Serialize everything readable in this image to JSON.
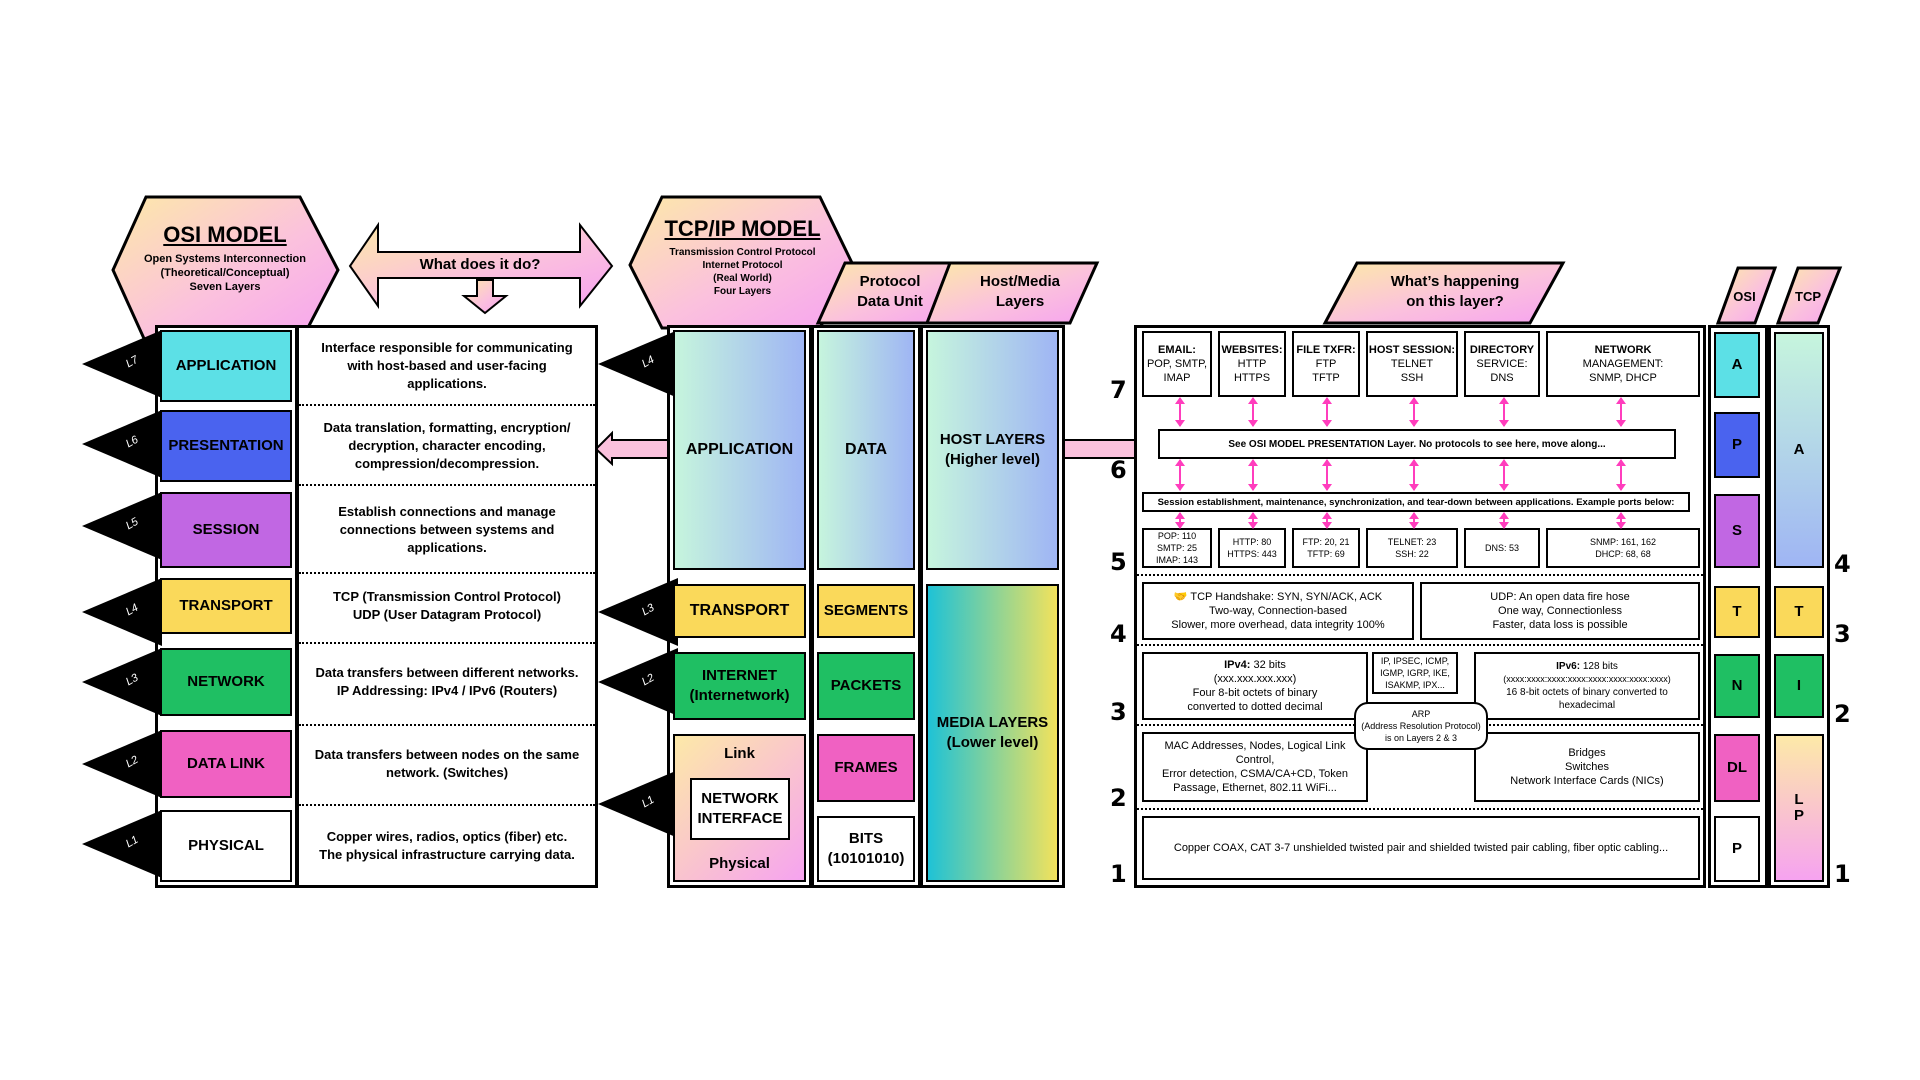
{
  "osi_header": {
    "title": "OSI MODEL",
    "sub": [
      "Open Systems Interconnection",
      "(Theoretical/Conceptual)",
      "Seven Layers"
    ]
  },
  "what_does": "What does it do?",
  "tcp_header": {
    "title": "TCP/IP MODEL",
    "sub": [
      "Transmission Control Protocol",
      "Internet Protocol",
      "(Real World)",
      "Four Layers"
    ]
  },
  "pdu_header": [
    "Protocol",
    "Data Unit"
  ],
  "hostmedia_header": [
    "Host/Media",
    "Layers"
  ],
  "happening_header": [
    "What’s happening",
    "on this layer?"
  ],
  "osi_col_header": "OSI",
  "tcp_col_header": "TCP",
  "osi_layers": [
    {
      "tag": "L7",
      "name": "APPLICATION",
      "color": "#5ce0e6",
      "desc": [
        "Interface responsible for communicating",
        "with host-based and user-facing",
        "applications."
      ]
    },
    {
      "tag": "L6",
      "name": "PRESENTATION",
      "color": "#4a63ef",
      "desc": [
        "Data translation, formatting, encryption/",
        "decryption, character encoding,",
        "compression/decompression."
      ]
    },
    {
      "tag": "L5",
      "name": "SESSION",
      "color": "#c167e3",
      "desc": [
        "Establish connections and manage",
        "connections between systems and",
        "applications."
      ]
    },
    {
      "tag": "L4",
      "name": "TRANSPORT",
      "color": "#fad95a",
      "desc": [
        "TCP (Transmission Control Protocol)",
        "UDP (User Datagram Protocol)"
      ]
    },
    {
      "tag": "L3",
      "name": "NETWORK",
      "color": "#1fbf63",
      "desc": [
        "Data transfers between different networks.",
        "IP Addressing: IPv4 / IPv6 (Routers)"
      ]
    },
    {
      "tag": "L2",
      "name": "DATA LINK",
      "color": "#f061c2",
      "desc": [
        "Data transfers between nodes on the same",
        "network. (Switches)"
      ]
    },
    {
      "tag": "L1",
      "name": "PHYSICAL",
      "color": "#ffffff",
      "desc": [
        "Copper wires, radios, optics (fiber) etc.",
        "The physical infrastructure carrying data."
      ]
    }
  ],
  "tcp_layers": {
    "tags": [
      "L4",
      "L3",
      "L2",
      "L1"
    ],
    "application": "APPLICATION",
    "transport": "TRANSPORT",
    "internet": [
      "INTERNET",
      "(Internetwork)"
    ],
    "link_top": "Link",
    "network_interface": [
      "NETWORK",
      "INTERFACE"
    ],
    "link_bottom": "Physical"
  },
  "pdu": {
    "data": "DATA",
    "segments": "SEGMENTS",
    "packets": "PACKETS",
    "frames": "FRAMES",
    "bits": [
      "BITS",
      "(10101010)"
    ]
  },
  "hostmedia": {
    "host": [
      "HOST LAYERS",
      "(Higher level)"
    ],
    "media": [
      "MEDIA LAYERS",
      "(Lower level)"
    ]
  },
  "layer_numbers": [
    "7",
    "6",
    "5",
    "4",
    "3",
    "2",
    "1"
  ],
  "app_protocols": [
    {
      "title": "EMAIL:",
      "lines": [
        "POP, SMTP,",
        "IMAP"
      ]
    },
    {
      "title": "WEBSITES:",
      "lines": [
        "HTTP",
        "HTTPS"
      ]
    },
    {
      "title": "FILE TXFR:",
      "lines": [
        "FTP",
        "TFTP"
      ]
    },
    {
      "title": "HOST SESSION:",
      "lines": [
        "TELNET",
        "SSH"
      ]
    },
    {
      "title": "DIRECTORY",
      "lines": [
        "SERVICE:",
        "DNS"
      ]
    },
    {
      "title": "NETWORK",
      "lines": [
        "MANAGEMENT:",
        "SNMP, DHCP"
      ]
    }
  ],
  "presentation_note": "See OSI MODEL PRESENTATION Layer. No protocols to see here, move along...",
  "session_note": "Session establishment, maintenance, synchronization, and tear-down between applications. Example ports below:",
  "ports": [
    [
      "POP: 110",
      "SMTP: 25",
      "IMAP: 143"
    ],
    [
      "HTTP: 80",
      "HTTPS: 443"
    ],
    [
      "FTP: 20, 21",
      "TFTP: 69"
    ],
    [
      "TELNET: 23",
      "SSH: 22"
    ],
    [
      "DNS: 53"
    ],
    [
      "SNMP: 161, 162",
      "DHCP: 68, 68"
    ]
  ],
  "transport_tcp": [
    "🤝 TCP Handshake: SYN, SYN/ACK, ACK",
    "Two-way, Connection-based",
    "Slower, more overhead, data integrity 100%"
  ],
  "transport_udp": [
    "UDP: An open data fire hose",
    "One way, Connectionless",
    "Faster, data loss is possible"
  ],
  "net_ipv4": {
    "title": "IPv4:",
    "bits": " 32 bits",
    "lines": [
      "(xxx.xxx.xxx.xxx)",
      "Four 8-bit octets of binary",
      "converted to dotted decimal"
    ]
  },
  "net_mid": [
    "IP, IPSEC, ICMP,",
    "IGMP, IGRP, IKE,",
    "ISAKMP, IPX..."
  ],
  "net_ipv6": {
    "title": "IPv6:",
    "bits": " 128 bits",
    "lines": [
      "(xxxx:xxxx:xxxx:xxxx:xxxx:xxxx:xxxx:xxxx)",
      "16 8-bit octets of binary converted to",
      "hexadecimal"
    ]
  },
  "arp": [
    "ARP",
    "(Address Resolution Protocol)",
    "is on Layers 2 & 3"
  ],
  "dl_left": [
    "MAC Addresses, Nodes, Logical Link Control,",
    "Error detection, CSMA/CA+CD, Token",
    "Passage, Ethernet, 802.11 WiFi..."
  ],
  "dl_right": [
    "Bridges",
    "Switches",
    "Network Interface Cards (NICs)"
  ],
  "physical_note": "Copper COAX, CAT 3-7 unshielded twisted pair and shielded twisted pair cabling, fiber optic cabling...",
  "osi_abbr": [
    {
      "t": "A",
      "color": "#5ce0e6"
    },
    {
      "t": "P",
      "color": "#4a63ef"
    },
    {
      "t": "S",
      "color": "#c167e3"
    },
    {
      "t": "T",
      "color": "#fad95a"
    },
    {
      "t": "N",
      "color": "#1fbf63"
    },
    {
      "t": "DL",
      "color": "#f061c2"
    },
    {
      "t": "P",
      "color": "#ffffff"
    }
  ],
  "tcp_abbr": {
    "a": "A",
    "t": "T",
    "i": "I",
    "lp": [
      "L",
      "P"
    ]
  },
  "tcp_numbers": [
    "4",
    "3",
    "2",
    "1"
  ]
}
